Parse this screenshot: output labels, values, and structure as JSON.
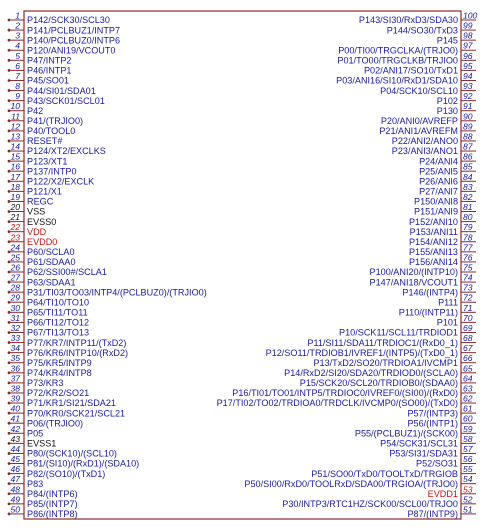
{
  "colors": {
    "body_outline": "#8b2a2a",
    "pin_line": "#8b2a2a",
    "signal_label": "#1a1aa6",
    "pin_number": "#1a1aa6",
    "ground_label": "#111111",
    "ground_number": "#111111",
    "power_label": "#cc1111",
    "power_number": "#cc1111"
  },
  "pins_left": [
    {
      "num": "1",
      "name": "P142/SCK30/SCL30",
      "kind": "signal"
    },
    {
      "num": "2",
      "name": "P141/PCLBUZ1/INTP7",
      "kind": "signal"
    },
    {
      "num": "3",
      "name": "P140/PCLBUZ0/INTP6",
      "kind": "signal"
    },
    {
      "num": "4",
      "name": "P120/ANI19/VCOUT0",
      "kind": "signal"
    },
    {
      "num": "5",
      "name": "P47/INTP2",
      "kind": "signal"
    },
    {
      "num": "6",
      "name": "P46/INTP1",
      "kind": "signal"
    },
    {
      "num": "7",
      "name": "P45/SO01",
      "kind": "signal"
    },
    {
      "num": "8",
      "name": "P44/SI01/SDA01",
      "kind": "signal"
    },
    {
      "num": "9",
      "name": "P43/SCK01/SCL01",
      "kind": "signal"
    },
    {
      "num": "10",
      "name": "P42",
      "kind": "signal"
    },
    {
      "num": "11",
      "name": "P41/(TRJIO0)",
      "kind": "signal"
    },
    {
      "num": "12",
      "name": "P40/TOOL0",
      "kind": "signal"
    },
    {
      "num": "13",
      "name": "RESET#",
      "kind": "signal"
    },
    {
      "num": "14",
      "name": "P124/XT2/EXCLKS",
      "kind": "signal"
    },
    {
      "num": "15",
      "name": "P123/XT1",
      "kind": "signal"
    },
    {
      "num": "16",
      "name": "P137/INTP0",
      "kind": "signal"
    },
    {
      "num": "17",
      "name": "P122/X2/EXCLK",
      "kind": "signal"
    },
    {
      "num": "18",
      "name": "P121/X1",
      "kind": "signal"
    },
    {
      "num": "19",
      "name": "REGC",
      "kind": "signal"
    },
    {
      "num": "20",
      "name": "VSS",
      "kind": "ground"
    },
    {
      "num": "21",
      "name": "EVSS0",
      "kind": "ground"
    },
    {
      "num": "22",
      "name": "VDD",
      "kind": "power"
    },
    {
      "num": "23",
      "name": "EVDD0",
      "kind": "power"
    },
    {
      "num": "24",
      "name": "P60/SCLA0",
      "kind": "signal"
    },
    {
      "num": "25",
      "name": "P61/SDAA0",
      "kind": "signal"
    },
    {
      "num": "26",
      "name": "P62/SSI00#/SCLA1",
      "kind": "signal"
    },
    {
      "num": "27",
      "name": "P63/SDAA1",
      "kind": "signal"
    },
    {
      "num": "28",
      "name": "P31/TI03/TO03/INTP4/(PCLBUZ0)/(TRJIO0)",
      "kind": "signal"
    },
    {
      "num": "29",
      "name": "P64/TI10/TO10",
      "kind": "signal"
    },
    {
      "num": "30",
      "name": "P65/TI11/TO11",
      "kind": "signal"
    },
    {
      "num": "31",
      "name": "P66/TI12/TO12",
      "kind": "signal"
    },
    {
      "num": "32",
      "name": "P67/TI13/TO13",
      "kind": "signal"
    },
    {
      "num": "33",
      "name": "P77/KR7/INTP11/(TxD2)",
      "kind": "signal"
    },
    {
      "num": "34",
      "name": "P76/KR6/INTP10/(RxD2)",
      "kind": "signal"
    },
    {
      "num": "35",
      "name": "P75/KR5/INTP9",
      "kind": "signal"
    },
    {
      "num": "36",
      "name": "P74/KR4/INTP8",
      "kind": "signal"
    },
    {
      "num": "37",
      "name": "P73/KR3",
      "kind": "signal"
    },
    {
      "num": "38",
      "name": "P72/KR2/SO21",
      "kind": "signal"
    },
    {
      "num": "39",
      "name": "P71/KR1/SI21/SDA21",
      "kind": "signal"
    },
    {
      "num": "40",
      "name": "P70/KR0/SCK21/SCL21",
      "kind": "signal"
    },
    {
      "num": "41",
      "name": "P06/(TRJIO0)",
      "kind": "signal"
    },
    {
      "num": "42",
      "name": "P05",
      "kind": "signal"
    },
    {
      "num": "43",
      "name": "EVSS1",
      "kind": "ground"
    },
    {
      "num": "44",
      "name": "P80/(SCK10)/(SCL10)",
      "kind": "signal"
    },
    {
      "num": "45",
      "name": "P81/(SI10)/(RxD1)/(SDA10)",
      "kind": "signal"
    },
    {
      "num": "46",
      "name": "P82/(SO10)/(TxD1)",
      "kind": "signal"
    },
    {
      "num": "47",
      "name": "P83",
      "kind": "signal"
    },
    {
      "num": "48",
      "name": "P84/(INTP6)",
      "kind": "signal"
    },
    {
      "num": "49",
      "name": "P85/(INTP7)",
      "kind": "signal"
    },
    {
      "num": "50",
      "name": "P86/(INTP8)",
      "kind": "signal"
    }
  ],
  "pins_right": [
    {
      "num": "100",
      "name": "P143/SI30/RxD3/SDA30",
      "kind": "signal"
    },
    {
      "num": "99",
      "name": "P144/SO30/TxD3",
      "kind": "signal"
    },
    {
      "num": "98",
      "name": "P145",
      "kind": "signal"
    },
    {
      "num": "97",
      "name": "P00/TI00/TRGCLKA/(TRJO0)",
      "kind": "signal"
    },
    {
      "num": "96",
      "name": "P01/TO00/TRGCLKB/TRJIO0",
      "kind": "signal"
    },
    {
      "num": "95",
      "name": "P02/ANI17/SO10/TxD1",
      "kind": "signal"
    },
    {
      "num": "94",
      "name": "P03/ANI16/SI10/RxD1/SDA10",
      "kind": "signal"
    },
    {
      "num": "93",
      "name": "P04/SCK10/SCL10",
      "kind": "signal"
    },
    {
      "num": "92",
      "name": "P102",
      "kind": "signal"
    },
    {
      "num": "91",
      "name": "P130",
      "kind": "signal"
    },
    {
      "num": "90",
      "name": "P20/ANI0/AVREFP",
      "kind": "signal"
    },
    {
      "num": "89",
      "name": "P21/ANI1/AVREFM",
      "kind": "signal"
    },
    {
      "num": "88",
      "name": "P22/ANI2/ANO0",
      "kind": "signal"
    },
    {
      "num": "87",
      "name": "P23/ANI3/ANO1",
      "kind": "signal"
    },
    {
      "num": "86",
      "name": "P24/ANI4",
      "kind": "signal"
    },
    {
      "num": "85",
      "name": "P25/ANI5",
      "kind": "signal"
    },
    {
      "num": "84",
      "name": "P26/ANI6",
      "kind": "signal"
    },
    {
      "num": "83",
      "name": "P27/ANI7",
      "kind": "signal"
    },
    {
      "num": "82",
      "name": "P150/ANI8",
      "kind": "signal"
    },
    {
      "num": "81",
      "name": "P151/ANI9",
      "kind": "signal"
    },
    {
      "num": "80",
      "name": "P152/ANI10",
      "kind": "signal"
    },
    {
      "num": "79",
      "name": "P153/ANI11",
      "kind": "signal"
    },
    {
      "num": "78",
      "name": "P154/ANI12",
      "kind": "signal"
    },
    {
      "num": "77",
      "name": "P155/ANI13",
      "kind": "signal"
    },
    {
      "num": "76",
      "name": "P156/ANI14",
      "kind": "signal"
    },
    {
      "num": "75",
      "name": "P100/ANI20/(INTP10)",
      "kind": "signal"
    },
    {
      "num": "74",
      "name": "P147/ANI18/VCOUT1",
      "kind": "signal"
    },
    {
      "num": "73",
      "name": "P146/(INTP4)",
      "kind": "signal"
    },
    {
      "num": "72",
      "name": "P111",
      "kind": "signal"
    },
    {
      "num": "71",
      "name": "P110/(INTP11)",
      "kind": "signal"
    },
    {
      "num": "70",
      "name": "P101",
      "kind": "signal"
    },
    {
      "num": "69",
      "name": "P10/SCK11/SCL11/TRDIOD1",
      "kind": "signal"
    },
    {
      "num": "68",
      "name": "P11/SI11/SDA11/TRDIOC1/(RxD0_1)",
      "kind": "signal"
    },
    {
      "num": "67",
      "name": "P12/SO11/TRDIOB1/IVREF1/(INTP5)/(TxD0_1)",
      "kind": "signal"
    },
    {
      "num": "66",
      "name": "P13/TxD2/SO20/TRDIOA1/IVCMP1",
      "kind": "signal"
    },
    {
      "num": "65",
      "name": "P14/RxD2/SI20/SDA20/TRDIOD0/(SCLA0)",
      "kind": "signal"
    },
    {
      "num": "64",
      "name": "P15/SCK20/SCL20/TRDIOB0/(SDAA0)",
      "kind": "signal"
    },
    {
      "num": "63",
      "name": "P16/TI01/TO01/INTP5/TRDIOC0/IVREF0/(SI00)/(RxD0)",
      "kind": "signal"
    },
    {
      "num": "62",
      "name": "P17/TI02/TO02/TRDIOA0/TRDCLK/IVCMP0/(SO00)/(TxD0)",
      "kind": "signal"
    },
    {
      "num": "61",
      "name": "P57/(INTP3)",
      "kind": "signal"
    },
    {
      "num": "60",
      "name": "P56/(INTP1)",
      "kind": "signal"
    },
    {
      "num": "59",
      "name": "P55/(PCLBUZ1)/(SCK00)",
      "kind": "signal"
    },
    {
      "num": "58",
      "name": "P54/SCK31/SCL31",
      "kind": "signal"
    },
    {
      "num": "57",
      "name": "P53/SI31/SDA31",
      "kind": "signal"
    },
    {
      "num": "56",
      "name": "P52/SO31",
      "kind": "signal"
    },
    {
      "num": "55",
      "name": "P51/SO00/TxD0/TOOLTxD/TRGIOB",
      "kind": "signal"
    },
    {
      "num": "54",
      "name": "P50/SI00/RxD0/TOOLRxD/SDA00/TRGIOA/(TRJO0)",
      "kind": "signal"
    },
    {
      "num": "53",
      "name": "EVDD1",
      "kind": "power"
    },
    {
      "num": "52",
      "name": "P30/INTP3/RTC1HZ/SCK00/SCL00/TRJO0",
      "kind": "signal"
    },
    {
      "num": "51",
      "name": "P87/(INTP9)",
      "kind": "signal"
    }
  ]
}
